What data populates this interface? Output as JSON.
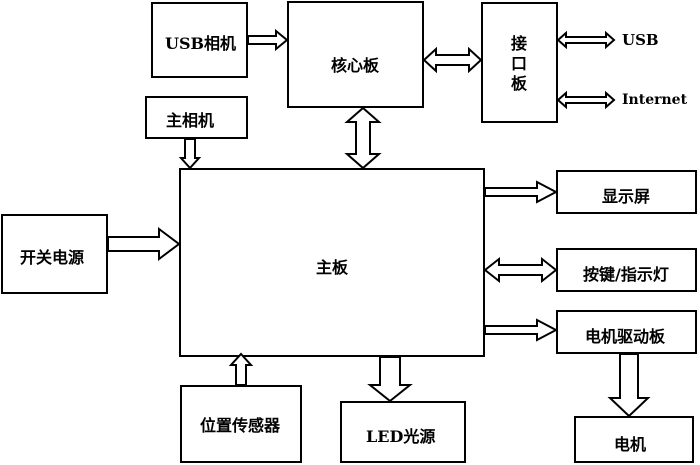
{
  "blocks": {
    "usb_camera": "USB相机",
    "core_board": "核心板",
    "interface_board": "接口板",
    "main_camera": "主相机",
    "main_board": "主板",
    "power_switch": "开关电源",
    "position_sensor": "位置传感器",
    "led_light": "LED光源",
    "display": "显示屏",
    "keys_indicator": "按键/指示灯",
    "motor_driver": "电机驱动板",
    "motor": "电机"
  },
  "external": {
    "usb": "USB",
    "internet": "Internet"
  }
}
